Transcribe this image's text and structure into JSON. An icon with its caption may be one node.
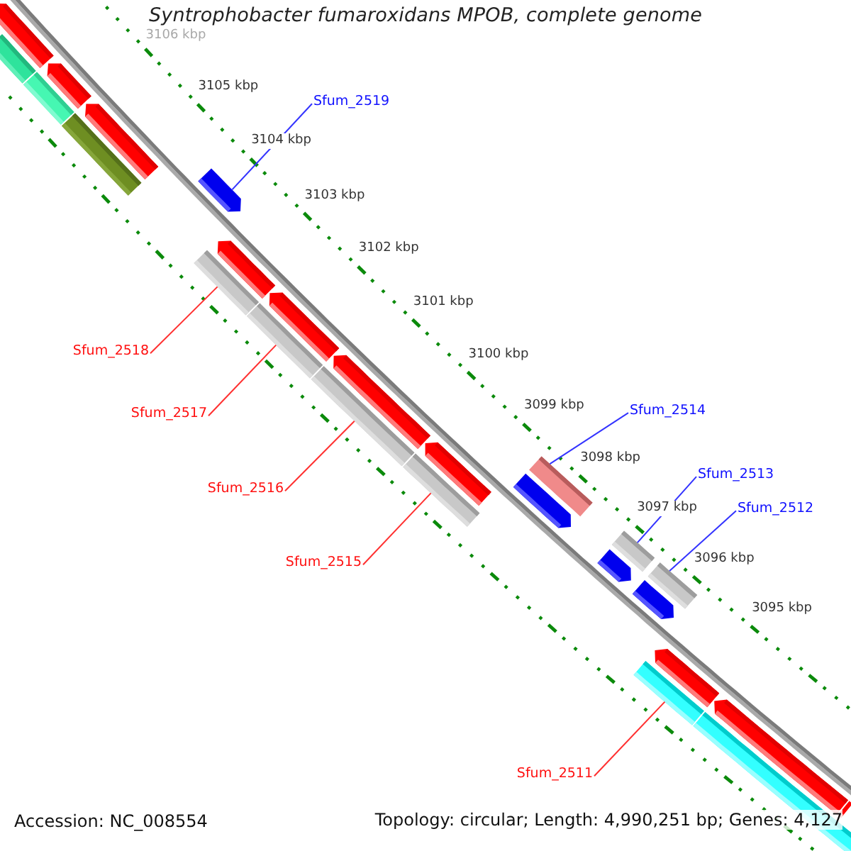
{
  "diagram": {
    "title": "Syntrophobacter fumaroxidans MPOB, complete genome",
    "nodes": [
      {
        "text": [
          "Sfum_2519"
        ]
      },
      {
        "text": [
          "Sfum_2518"
        ]
      },
      {
        "text": [
          "Sfum_2514"
        ]
      },
      {
        "text": [
          "Sfum_2517"
        ]
      },
      {
        "text": [
          "Sfum_2513"
        ]
      },
      {
        "text": [
          "Sfum_2516"
        ]
      },
      {
        "text": [
          "Sfum_2512"
        ]
      },
      {
        "text": [
          "Sfum_2515"
        ]
      },
      {
        "text": [
          "Sfum_2511"
        ]
      },
      {
        "text": [],
        "shape": "bar"
      },
      {
        "text": [],
        "shape": "bar"
      },
      {
        "text": [],
        "shape": "bar"
      },
      {
        "text": [],
        "shape": "bar"
      },
      {
        "text": [],
        "shape": "bar"
      },
      {
        "text": [],
        "shape": "bar"
      },
      {
        "text": [],
        "shape": "bar"
      },
      {
        "text": [],
        "shape": "bar"
      },
      {
        "text": [],
        "shape": "bar"
      }
    ],
    "edges": [
      {
        "from": 0,
        "to": 9,
        "arrow": "none",
        "color": "#3333ff"
      },
      {
        "from": 1,
        "to": 10,
        "arrow": "none"
      },
      {
        "from": 2,
        "to": 14,
        "arrow": "none",
        "color": "#3333ff"
      },
      {
        "from": 3,
        "to": 11,
        "arrow": "none"
      },
      {
        "from": 4,
        "to": 15,
        "arrow": "none",
        "color": "#3333ff"
      },
      {
        "from": 5,
        "to": 12,
        "arrow": "none"
      },
      {
        "from": 6,
        "to": 16,
        "arrow": "none",
        "color": "#3333ff"
      },
      {
        "from": 7,
        "to": 13,
        "arrow": "none"
      },
      {
        "from": 8,
        "to": 17,
        "arrow": "none"
      }
    ],
    "labels": [
      "3106 kbp",
      "3105 kbp",
      "3104 kbp",
      "3103 kbp",
      "3102 kbp",
      "3101 kbp",
      "3100 kbp",
      "3099 kbp",
      "3098 kbp",
      "3097 kbp",
      "3096 kbp",
      "3095 kbp",
      "Accession: NC_008554",
      "Topology: circular; Length: 4,990,251 bp; Genes: 4,127"
    ]
  }
}
